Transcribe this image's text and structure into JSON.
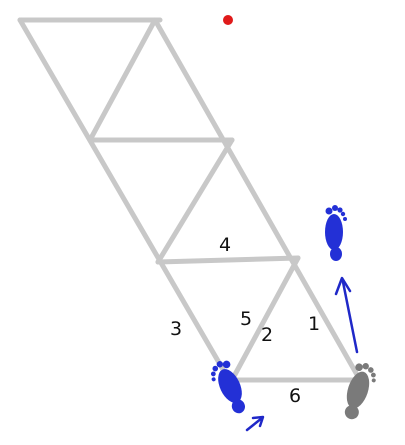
{
  "lattice": {
    "edge_labels": [
      "1",
      "2",
      "3",
      "4",
      "5",
      "6"
    ]
  },
  "colors": {
    "edge": "#c8c8c8",
    "foot_blue": "#2330d6",
    "foot_gray": "#7a7a7a",
    "arrow": "#1f28c8",
    "marker_dot": "#e01a1a",
    "label": "#111111"
  },
  "icons": {
    "left_foot_blue": "blue-left-foot-icon",
    "right_foot_blue": "blue-right-foot-icon",
    "right_foot_gray": "gray-right-foot-icon",
    "marker": "red-dot-icon"
  }
}
